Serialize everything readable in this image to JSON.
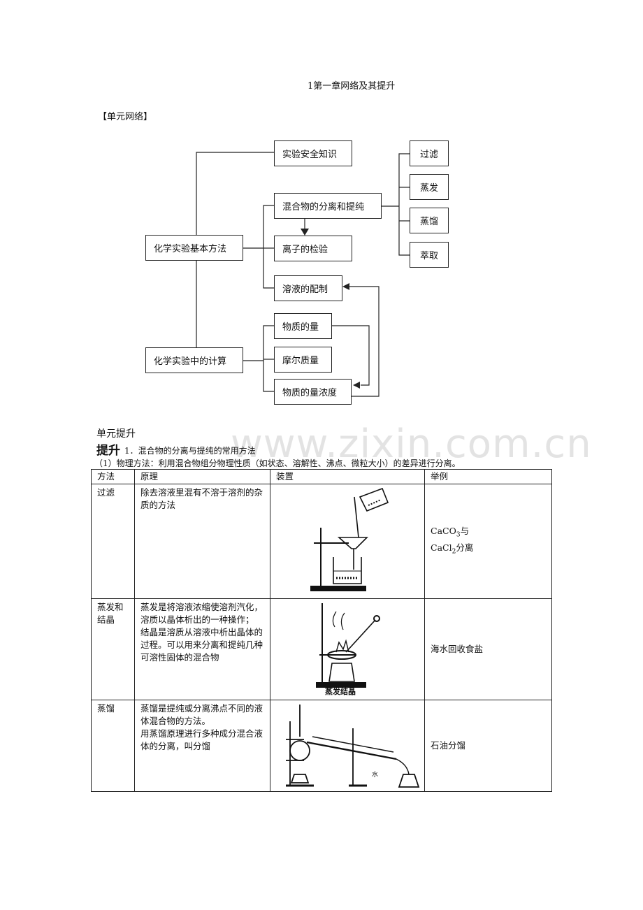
{
  "page_title": "1第一章网络及其提升",
  "network_label": "【单元网络】",
  "diagram": {
    "lab_basic": "化学实验基本方法",
    "lab_calc": "化学实验中的计算",
    "safety": "实验安全知识",
    "separation": "混合物的分离和提纯",
    "ion_test": "离子的检验",
    "solution_prep": "溶液的配制",
    "filtration": "过滤",
    "evaporation": "蒸发",
    "distillation": "蒸馏",
    "extraction": "萃取",
    "amount": "物质的量",
    "molar_mass": "摩尔质量",
    "concentration": "物质的量浓度"
  },
  "watermark": "www.zixin.com.cn",
  "unit_heading": "单元提升",
  "tisheng": "提升",
  "item1": "1．混合物的分离与提纯的常用方法",
  "sub1": "（1）物理方法：利用混合物组分物理性质（如状态、溶解性、沸点、微粒大小）的差异进行分离。",
  "table": {
    "headers": [
      "方法",
      "原理",
      "装置",
      "举例"
    ],
    "rows": [
      {
        "method": "过滤",
        "principle": "除去溶液里混有不溶于溶剂的杂质的方法",
        "example_a": "CaCO",
        "example_a_sub": "3",
        "example_a_tail": "与",
        "example_b": "CaCl",
        "example_b_sub": "2",
        "example_b_tail": "分离"
      },
      {
        "method": "蒸发和结晶",
        "principle_1": "蒸发是将溶液浓缩使溶剂汽化，溶质以晶体析出的一种操作；",
        "principle_2": "结晶是溶质从溶液中析出晶体的过程。可以用来分离和提纯几种可溶性固体的混合物",
        "apparatus_caption": "蒸发结晶",
        "example": "海水回收食盐"
      },
      {
        "method": "蒸馏",
        "principle_1": "蒸馏是提纯或分离沸点不同的液体混合物的方法。",
        "principle_2": "用蒸馏原理进行多种成分混合液体的分离，叫分馏",
        "apparatus_mark": "水",
        "example": "石油分馏"
      }
    ]
  }
}
